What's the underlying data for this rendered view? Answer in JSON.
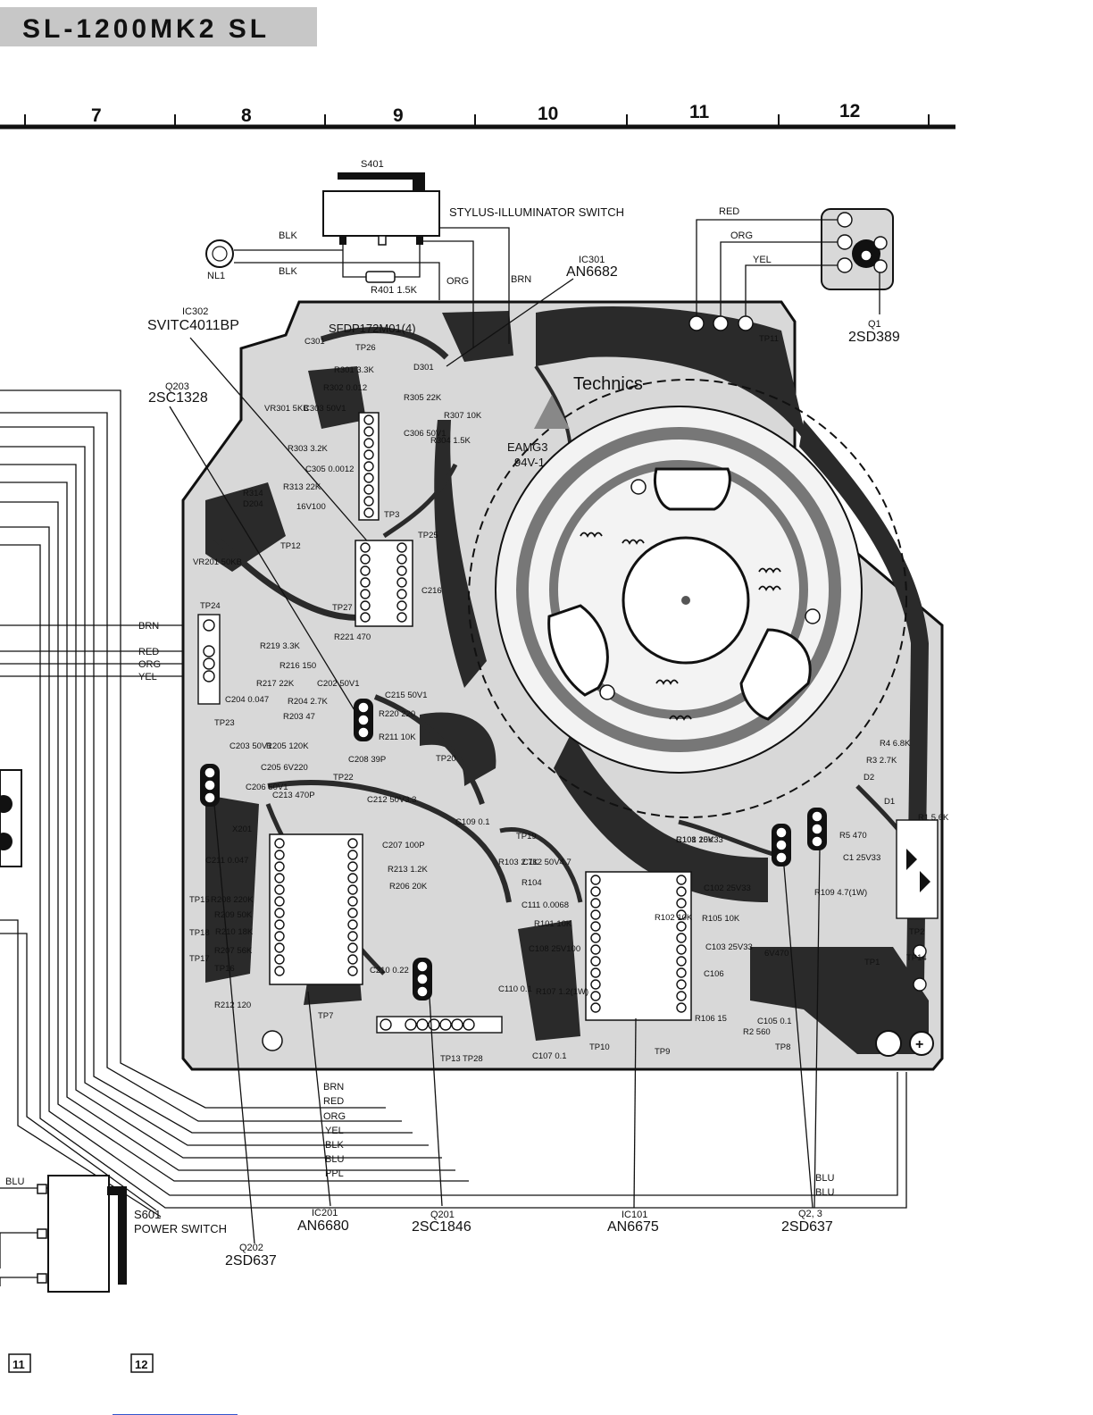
{
  "header": {
    "banner_text": "SL-1200MK2 SL",
    "grid_columns": [
      "7",
      "8",
      "9",
      "10",
      "11",
      "12"
    ]
  },
  "switches": {
    "stylus": {
      "ref": "S401",
      "title": "STYLUS-ILLUMINATOR SWITCH"
    },
    "lamp": {
      "ref": "NL1"
    },
    "resistor": {
      "ref": "R401 1.5K"
    },
    "power": {
      "ref": "S601",
      "title": "POWER SWITCH"
    }
  },
  "board": {
    "silk_code": "SFDP172M01(4)",
    "logo": "Technics",
    "board_code": "EAMG3",
    "board_rating": "94V-1"
  },
  "ics": [
    {
      "id": "ic301",
      "ref": "IC301",
      "part": "AN6682"
    },
    {
      "id": "ic302",
      "ref": "IC302",
      "part": "SVITC4011BP"
    },
    {
      "id": "ic201",
      "ref": "IC201",
      "part": "AN6680"
    },
    {
      "id": "ic101",
      "ref": "IC101",
      "part": "AN6675"
    }
  ],
  "transistors": [
    {
      "id": "q203",
      "ref": "Q203",
      "part": "2SC1328"
    },
    {
      "id": "q1",
      "ref": "Q1",
      "part": "2SD389"
    },
    {
      "id": "q201",
      "ref": "Q201",
      "part": "2SC1846"
    },
    {
      "id": "q202",
      "ref": "Q202",
      "part": "2SD637"
    },
    {
      "id": "q23",
      "ref": "Q2, 3",
      "part": "2SD637"
    }
  ],
  "components": [
    "R301 3.3K",
    "R302 0.012",
    "C301",
    "TP26",
    "D301",
    "R305 22K",
    "R307 10K",
    "C306 50V1",
    "R304 1.5K",
    "VR301 5KB",
    "C303 50V1",
    "R303 3.2K",
    "C305 0.0012",
    "R314",
    "R313 22K",
    "16V100",
    "D204",
    "TP12",
    "TP25",
    "VR201 50KB",
    "TP24",
    "TP27",
    "TP3",
    "TP11",
    "C216",
    "R221 470",
    "R219 3.3K",
    "R216 150",
    "R217 22K",
    "C202 50V1",
    "C204 0.047",
    "R204 2.7K",
    "R203 47",
    "C215 50V1",
    "R220 220",
    "R211 10K",
    "TP23",
    "C203 50V1",
    "R205 120K",
    "C205 6V220",
    "C208 39P",
    "TP20",
    "TP22",
    "C206 50V1",
    "C213 470P",
    "C212 50V3.3",
    "X201",
    "C207 100P",
    "R213 1.2K",
    "R206 20K",
    "C211 0.047",
    "R208 220K",
    "R209 50K",
    "R210 18K",
    "R207 56K",
    "TP16",
    "TP17",
    "TP18",
    "TP15",
    "C210 0.22",
    "R212 120",
    "TP7",
    "C109 0.1",
    "TP19",
    "R103 2.7K",
    "C112 50V4.7",
    "R104",
    "C111 0.0068",
    "R101 10K",
    "R108 10K",
    "C108 25V100",
    "R107 1.2(1W)",
    "C110 0.1",
    "C107 0.1",
    "TP10",
    "TP9",
    "R102 10K",
    "C101 25V33",
    "C102 25V33",
    "R105 10K",
    "C103 25V33",
    "C106",
    "R106 15",
    "C105 0.1",
    "TP8",
    "R2 560",
    "R4 6.8K",
    "R3 2.7K",
    "D2",
    "D1",
    "R1 5.6K",
    "R5 470",
    "C1 25V33",
    "R109 4.7(1W)",
    "6V470",
    "TP1",
    "TP2",
    "TP14",
    "TP13",
    "TP28"
  ],
  "wire_labels": {
    "stylus": [
      "BLK",
      "BLK",
      "ORG",
      "BRN",
      "RED",
      "ORG",
      "YEL"
    ],
    "left": [
      "BRN",
      "RED",
      "ORG",
      "YEL"
    ],
    "bottom": [
      "BRN",
      "RED",
      "ORG",
      "YEL",
      "BLK",
      "BLU",
      "PPL"
    ],
    "right": [
      "BLU",
      "BLU"
    ],
    "power": "BLU"
  },
  "page_refs": [
    "11",
    "12"
  ]
}
